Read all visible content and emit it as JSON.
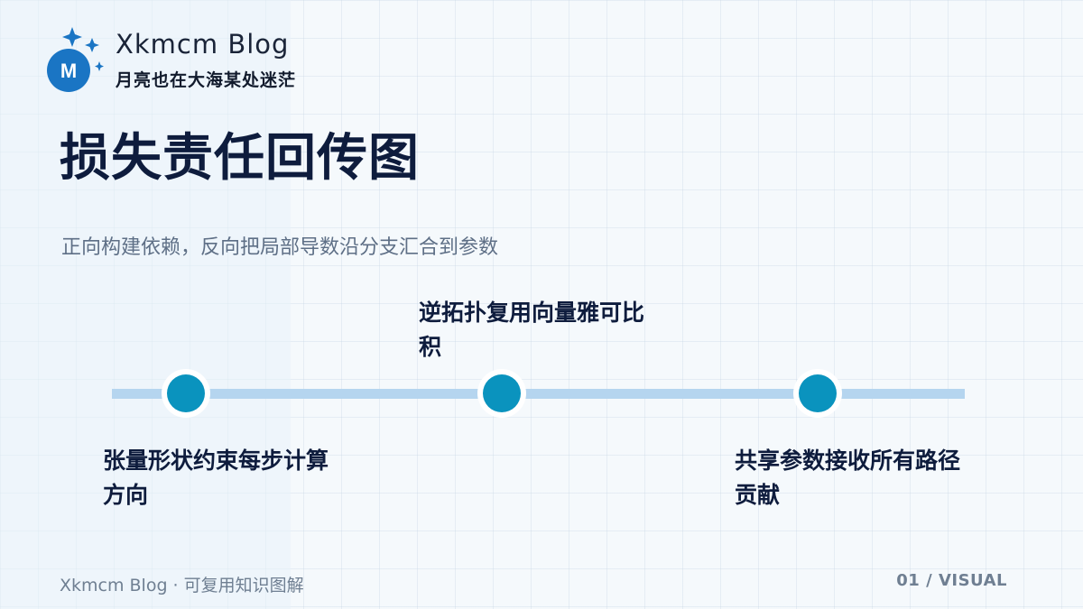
{
  "brand": {
    "name": "Xkmcm  Blog",
    "tagline": "月亮也在大海某处迷茫",
    "logo_letter": "M"
  },
  "title": "损失责任回传图",
  "subtitle": "正向构建依赖，反向把局部导数沿分支汇合到参数",
  "timeline": {
    "nodes": [
      {
        "label": "张量形状约束每步计算方向",
        "position": "below"
      },
      {
        "label": "逆拓扑复用向量雅可比积",
        "position": "above"
      },
      {
        "label": "共享参数接收所有路径贡献",
        "position": "below"
      }
    ]
  },
  "footer": {
    "left": "Xkmcm Blog · 可复用知识图解",
    "right": "01 / VISUAL"
  },
  "colors": {
    "accent": "#0a93be",
    "line": "#b5d5ef",
    "title": "#0e1c3d",
    "muted": "#6f7f92"
  }
}
